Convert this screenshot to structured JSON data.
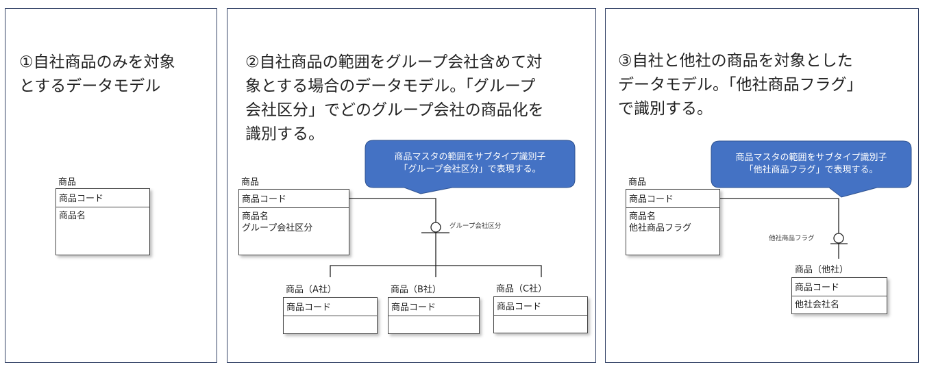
{
  "panels": [
    {
      "title": "①自社商品のみを対象\nとするデータモデル",
      "entity": {
        "name": "商品",
        "key": "商品コード",
        "attrs": "商品名"
      }
    },
    {
      "title": "②自社商品の範囲をグループ会社含めて対\n象とする場合のデータモデル。「グループ\n会社区分」でどのグループ会社の商品化を\n識別する。",
      "callout": "商品マスタの範囲をサブタイプ識別子\n「グループ会社区分」で表現する。",
      "entity": {
        "name": "商品",
        "key": "商品コード",
        "attrs": "商品名\nグループ会社区分"
      },
      "discriminator": "グループ会社区分",
      "subtypes": [
        {
          "name": "商品（A社）",
          "key": "商品コード",
          "attrs": ""
        },
        {
          "name": "商品（B社）",
          "key": "商品コード",
          "attrs": ""
        },
        {
          "name": "商品（C社）",
          "key": "商品コード",
          "attrs": ""
        }
      ]
    },
    {
      "title": "③自社と他社の商品を対象とした\nデータモデル。「他社商品フラグ」\nで識別する。",
      "callout": "商品マスタの範囲をサブタイプ識別子\n「他社商品フラグ」で表現する。",
      "entity": {
        "name": "商品",
        "key": "商品コード",
        "attrs": "商品名\n他社商品フラグ"
      },
      "discriminator": "他社商品フラグ",
      "subtypes": [
        {
          "name": "商品（他社）",
          "key": "商品コード",
          "attrs": "他社会社名"
        }
      ]
    }
  ],
  "colors": {
    "callout_fill": "#4472c4",
    "callout_border": "#2f528f",
    "panel_border": "#2f3e63"
  }
}
